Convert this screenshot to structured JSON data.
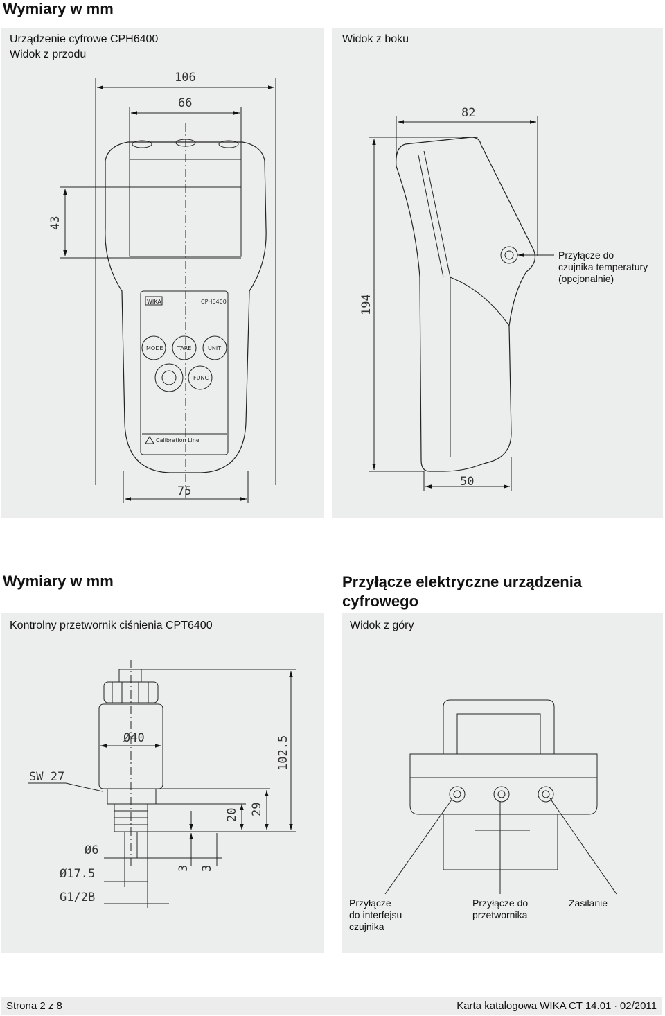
{
  "section1": {
    "title": "Wymiary w mm",
    "front_caption_line1": "Urządzenie cyfrowe CPH6400",
    "front_caption_line2": "Widok z przodu",
    "side_caption": "Widok z boku",
    "dims": {
      "d106": "106",
      "d66": "66",
      "d43": "43",
      "d75": "75",
      "d82": "82",
      "d194": "194",
      "d50": "50"
    },
    "device_labels": {
      "brand": "WIKA",
      "model": "CPH6400",
      "btn_mode": "MODE",
      "btn_tare": "TARE",
      "btn_unit": "UNIT",
      "btn_func": "FUNC",
      "footer_text": "Calibration Line"
    },
    "temp_connector_label": [
      "Przyłącze do",
      "czujnika temperatury",
      "(opcjonalnie)"
    ]
  },
  "section2": {
    "title": "Wymiary w mm",
    "caption": "Kontrolny przetwornik ciśnienia CPT6400",
    "dims": {
      "phi40": "Ø40",
      "d1025": "102.5",
      "sw27": "SW 27",
      "d20": "20",
      "d29": "29",
      "phi6": "Ø6",
      "phi175": "Ø17.5",
      "d3a": "3",
      "d3b": "3",
      "thread": "G1/2B"
    }
  },
  "section3": {
    "title_line1": "Przyłącze elektryczne urządzenia",
    "title_line2": "cyfrowego",
    "caption": "Widok z góry",
    "labels": {
      "interface": [
        "Przyłącze",
        "do interfejsu",
        "czujnika"
      ],
      "transducer": [
        "Przyłącze do",
        "przetwornika"
      ],
      "power": [
        "Zasilanie"
      ]
    }
  },
  "footer": {
    "page": "Strona 2 z 8",
    "catalog": "Karta katalogowa WIKA CT 14.01 ∙ 02/2011"
  }
}
